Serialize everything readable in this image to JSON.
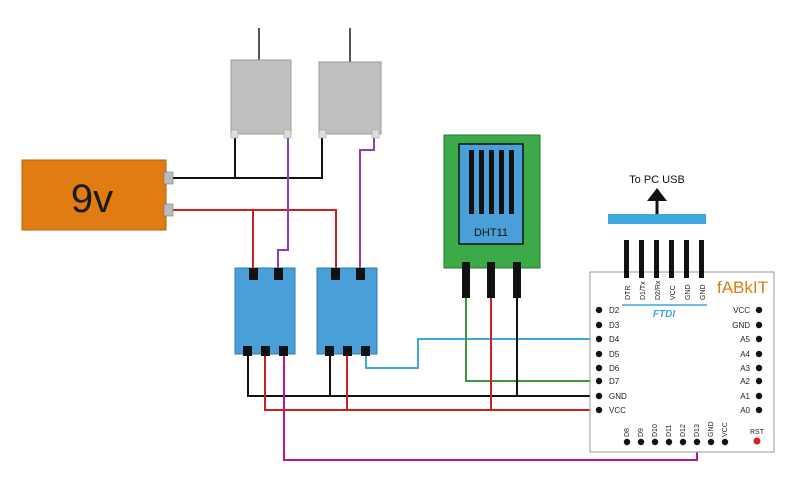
{
  "battery": {
    "label": "9v"
  },
  "sensor": {
    "label": "DHT11"
  },
  "usb": {
    "label": "To PC USB"
  },
  "board": {
    "title": "fABkIT",
    "ftdi_label": "FTDI",
    "ftdi_pins": [
      "DTR",
      "D1/Tx",
      "D2/Rx",
      "VCC",
      "GND",
      "GND"
    ],
    "left_pins": [
      "D2",
      "D3",
      "D4",
      "D5",
      "D6",
      "D7",
      "GND",
      "VCC"
    ],
    "right_pins": [
      "VCC",
      "GND",
      "A5",
      "A4",
      "A3",
      "A2",
      "A1",
      "A0"
    ],
    "bottom_pins": [
      "D8",
      "D9",
      "D10",
      "D11",
      "D12",
      "D13",
      "GND",
      "VCC"
    ],
    "rst_label": "RST"
  },
  "colors": {
    "battery": "#e07c12",
    "relay": "#4a9fd8",
    "motor": "#c0c0c0",
    "sensor_board": "#3daa4a",
    "sensor_grid": "#4a9fd8",
    "usb_bar": "#3fa7e0",
    "wire_black": "#111111",
    "wire_red": "#cc2020",
    "wire_purple": "#8a3fb8",
    "wire_blue": "#3fa7e0",
    "wire_green": "#3a9a3a",
    "wire_magenta": "#c0148c",
    "board_title": "#e07c12",
    "ftdi_label": "#3fa7e0",
    "rst": "#d82020"
  }
}
